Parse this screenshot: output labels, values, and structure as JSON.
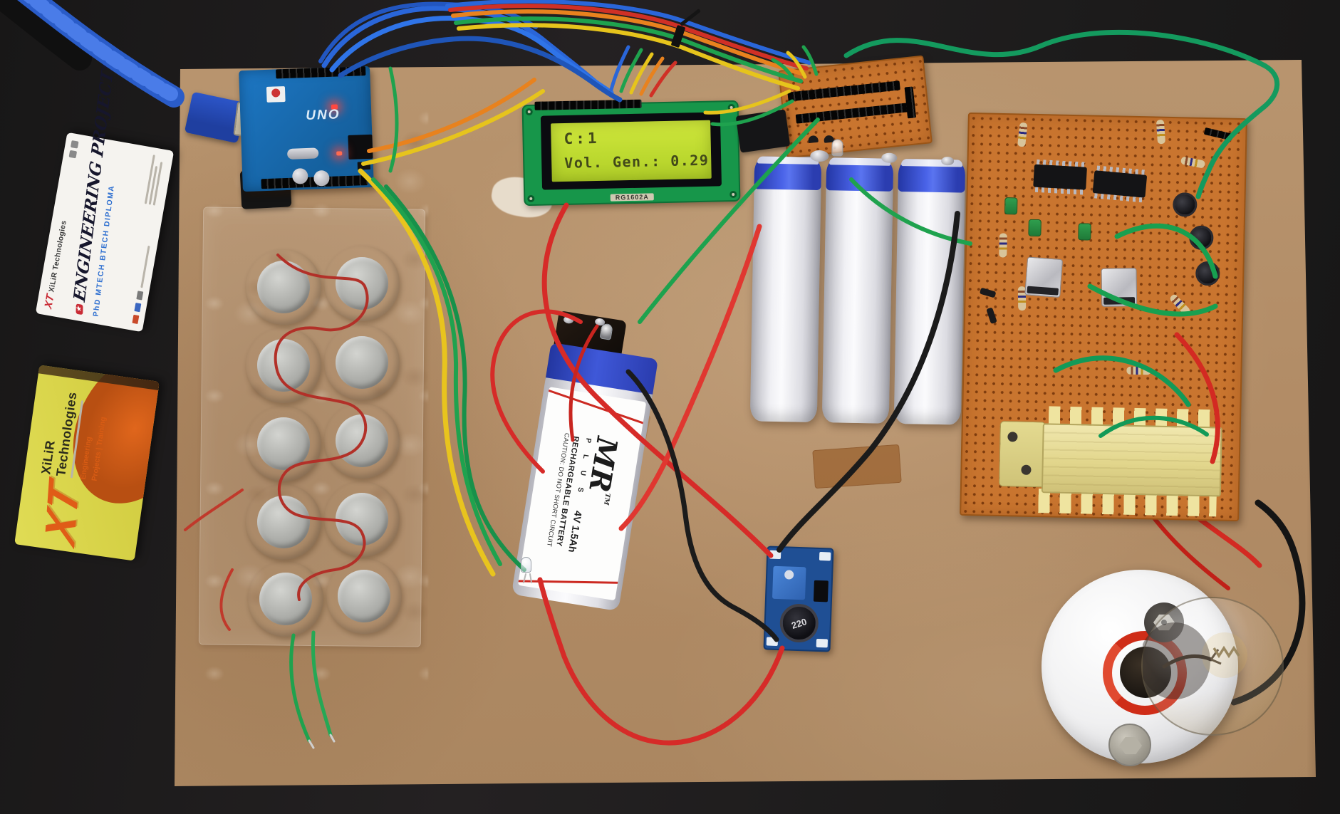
{
  "photo": {
    "subject": "Footstep piezoelectric power generation hardware project",
    "setting": "Electronics mounted on an MDF board on a dark table"
  },
  "cards": {
    "white": {
      "brand": "XiLiR Technologies",
      "title": "ENGINEERING PROJECTS",
      "subtitle": "PhD MTECH BTECH DIPLOMA",
      "logo": "XT"
    },
    "yellow": {
      "brand": "XiLiR Technologies",
      "tagline_line1": "Engineering",
      "tagline_line2": "Projects | Training",
      "logo": "XT"
    }
  },
  "arduino": {
    "model": "UNO"
  },
  "lcd": {
    "line1": "C:1",
    "line2": "Vol. Gen.: 0.29",
    "board_label": "RG1602A"
  },
  "battery": {
    "brand": "MR",
    "brand_tm": "TM",
    "brand_suffix": "P L U S",
    "rating": "4V 1.5Ah",
    "line_type": "RECHARGEABLE BATTERY",
    "line_caution": "CAUTION: DO NOT SHORT CIRCUIT"
  },
  "boost_module": {
    "inductor_marking": "220"
  },
  "colors": {
    "table": "#1d1c1c",
    "board": "#b5916c",
    "perfboard": "#c9752f",
    "arduino_pcb": "#1a6db8",
    "lcd_screen": "#c6e036",
    "battery_blue": "#3f58d8",
    "wire_red": "#d62b28",
    "wire_green": "#1fa24e",
    "wire_yellow": "#e6c41c",
    "wire_blue": "#2a66d9",
    "wire_orange": "#e8821e",
    "wire_black": "#1b1b1b",
    "usb_cable": "#2a5cc8",
    "accent_orange": "#e0661c"
  }
}
